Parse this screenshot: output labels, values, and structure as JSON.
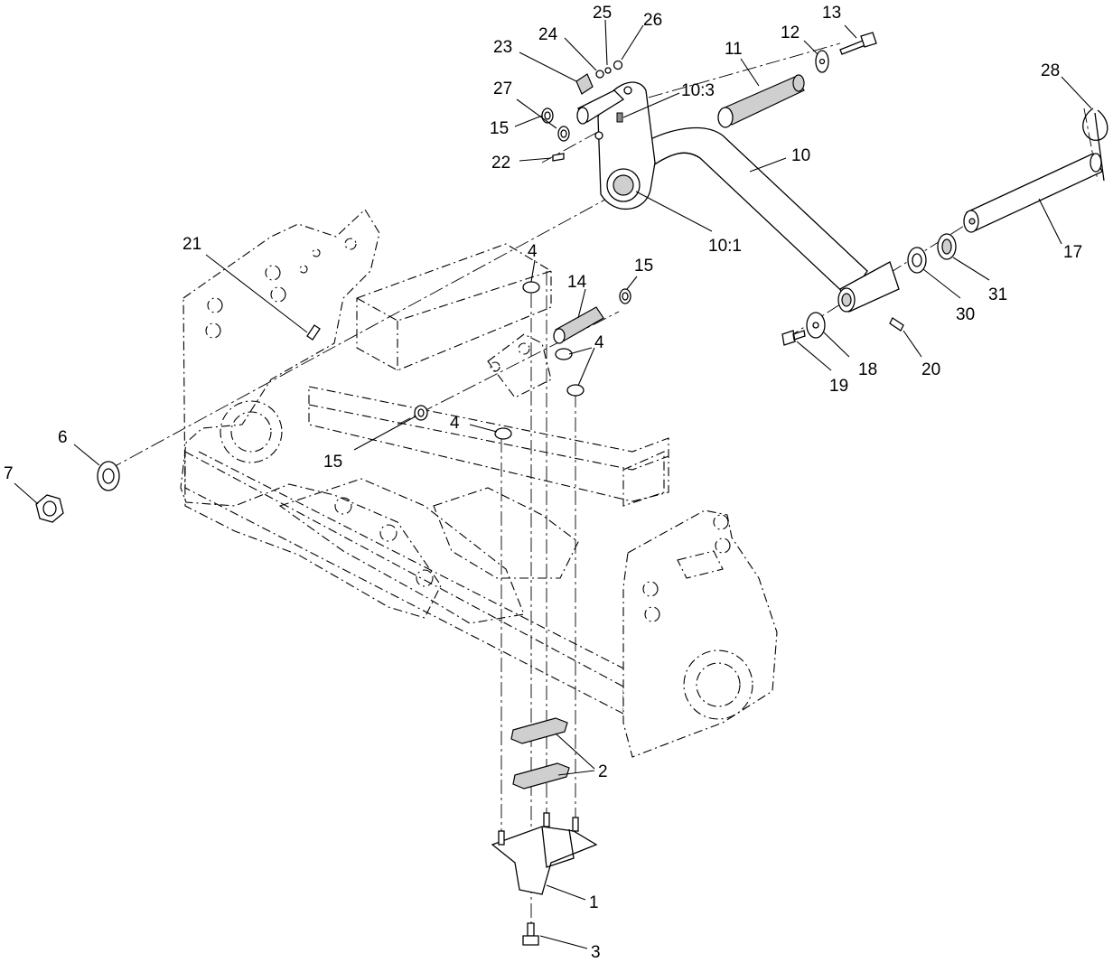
{
  "callouts": [
    {
      "id": "c1",
      "label": "1"
    },
    {
      "id": "c2",
      "label": "2"
    },
    {
      "id": "c3",
      "label": "3"
    },
    {
      "id": "c4a",
      "label": "4"
    },
    {
      "id": "c4b",
      "label": "4"
    },
    {
      "id": "c4c",
      "label": "4"
    },
    {
      "id": "c6",
      "label": "6"
    },
    {
      "id": "c7",
      "label": "7"
    },
    {
      "id": "c10",
      "label": "10"
    },
    {
      "id": "c101",
      "label": "10:1"
    },
    {
      "id": "c103",
      "label": "10:3"
    },
    {
      "id": "c11",
      "label": "11"
    },
    {
      "id": "c12",
      "label": "12"
    },
    {
      "id": "c13",
      "label": "13"
    },
    {
      "id": "c14",
      "label": "14"
    },
    {
      "id": "c15a",
      "label": "15"
    },
    {
      "id": "c15b",
      "label": "15"
    },
    {
      "id": "c15c",
      "label": "15"
    },
    {
      "id": "c17",
      "label": "17"
    },
    {
      "id": "c18",
      "label": "18"
    },
    {
      "id": "c19",
      "label": "19"
    },
    {
      "id": "c20",
      "label": "20"
    },
    {
      "id": "c21",
      "label": "21"
    },
    {
      "id": "c22",
      "label": "22"
    },
    {
      "id": "c23",
      "label": "23"
    },
    {
      "id": "c24",
      "label": "24"
    },
    {
      "id": "c25",
      "label": "25"
    },
    {
      "id": "c26",
      "label": "26"
    },
    {
      "id": "c27",
      "label": "27"
    },
    {
      "id": "c28",
      "label": "28"
    },
    {
      "id": "c30",
      "label": "30"
    },
    {
      "id": "c31",
      "label": "31"
    }
  ]
}
